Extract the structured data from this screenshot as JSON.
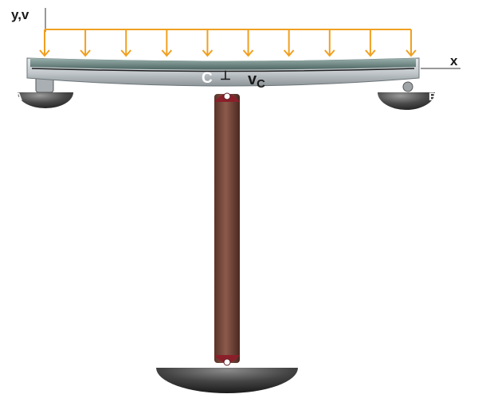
{
  "labels": {
    "y_axis": "y,v",
    "x_axis": "x",
    "point_c": "C",
    "deflection_symbol": "⊥",
    "deflection": "v",
    "deflection_sub": "C",
    "support_a": "A",
    "support_b": "B"
  },
  "load": {
    "arrow_count": 10
  },
  "colors": {
    "load_arrows": "#f0a020",
    "beam_face": "#c9cfd2",
    "beam_top": "#6f8a87",
    "column": "#7a4a3e",
    "column_caps": "#8a1f2a",
    "supports": "#3a3a3a",
    "text": "#1a1a1a"
  }
}
